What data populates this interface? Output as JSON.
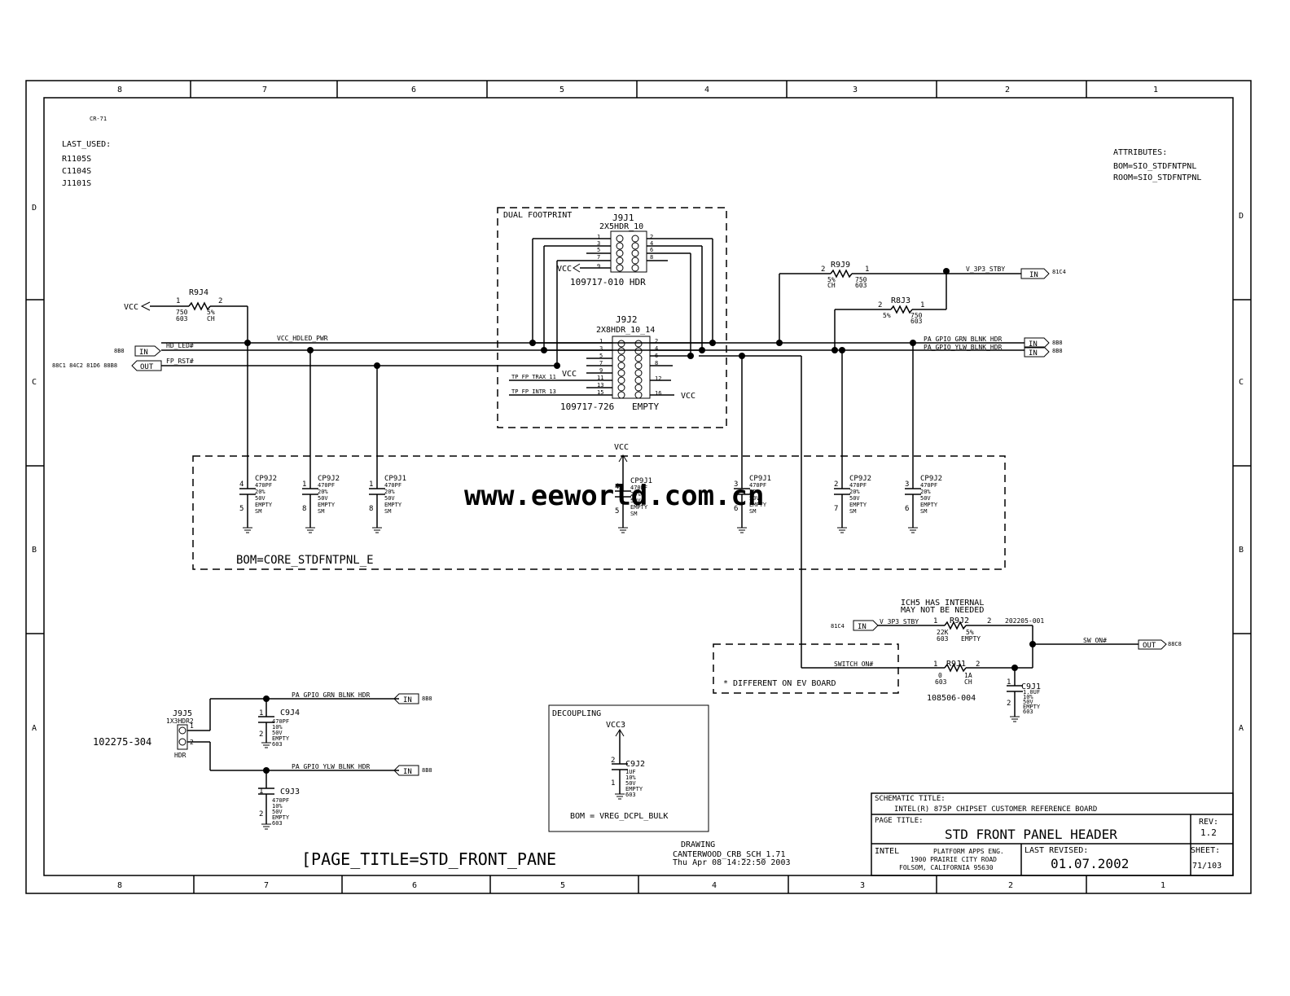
{
  "frame": {
    "columns_top": [
      "8",
      "7",
      "6",
      "5",
      "4",
      "3",
      "2",
      "1"
    ],
    "columns_bottom": [
      "8",
      "7",
      "6",
      "5",
      "4",
      "3",
      "2",
      "1"
    ],
    "rows_left": [
      "D",
      "C",
      "B",
      "A"
    ],
    "rows_right": [
      "D",
      "C",
      "B",
      "A"
    ]
  },
  "notes": {
    "corner_ref": "CR-71",
    "last_used_title": "LAST_USED:",
    "last_used": [
      "R1105S",
      "C1104S",
      "J1101S"
    ],
    "attributes_title": "ATTRIBUTES:",
    "attributes": [
      "BOM=SIO_STDFNTPNL",
      "ROOM=SIO_STDFNTPNL"
    ]
  },
  "dual_footprint": {
    "label": "DUAL FOOTPRINT",
    "j9j1": {
      "ref": "J9J1",
      "type": "2X5HDR_10",
      "pins_left": [
        "1",
        "3",
        "5",
        "7",
        "9"
      ],
      "pins_right": [
        "2",
        "4",
        "6",
        "8"
      ],
      "part": "109717-010 HDR"
    },
    "j9j2": {
      "ref": "J9J2",
      "type": "2X8HDR_10_14",
      "pins_left": [
        "1",
        "3",
        "5",
        "7",
        "9",
        "11",
        "13",
        "15"
      ],
      "pins_right": [
        "2",
        "4",
        "6",
        "8",
        "12",
        "16"
      ],
      "part": "109717-726",
      "note": "EMPTY",
      "net_trax": "TP_FP_TRAX_11",
      "net_intr": "TP_FP_INTR_13"
    }
  },
  "parts": {
    "r9j4": {
      "ref": "R9J4",
      "pin1": "1",
      "pin2": "2",
      "value": "750",
      "pkg": "603",
      "tol": "5%",
      "ch": "CH"
    },
    "r9j9": {
      "ref": "R9J9",
      "pin1": "1",
      "pin2": "2",
      "value": "750",
      "pkg": "603",
      "tol": "5%",
      "ch": "CH"
    },
    "r8j3": {
      "ref": "R8J3",
      "pin1": "1",
      "pin2": "2",
      "value": "750",
      "pkg": "603",
      "tol": "5%"
    },
    "r9j2": {
      "ref": "R9J2",
      "pin1": "1",
      "pin2": "2",
      "value": "22K",
      "pkg": "603",
      "tol": "5%",
      "note": "EMPTY",
      "part": "202205-001"
    },
    "r9j1": {
      "ref": "R9J1",
      "pin1": "1",
      "pin2": "2",
      "value": "0",
      "pkg": "603",
      "amp": "1A",
      "ch": "CH",
      "part": "108506-004"
    },
    "j9j5": {
      "ref": "J9J5",
      "type": "1X3HDR2",
      "pin1": "1",
      "pin2": "2",
      "footer": "HDR",
      "part": "102275-304"
    }
  },
  "caps_row": [
    {
      "ref": "CP9J2",
      "p_top": "4",
      "p_bot": "5",
      "value": "470PF",
      "tol": "20%",
      "volt": "50V",
      "note": "EMPTY",
      "pkg": "SM"
    },
    {
      "ref": "CP9J2",
      "p_top": "1",
      "p_bot": "8",
      "value": "470PF",
      "tol": "20%",
      "volt": "50V",
      "note": "EMPTY",
      "pkg": "SM"
    },
    {
      "ref": "CP9J1",
      "p_top": "1",
      "p_bot": "8",
      "value": "470PF",
      "tol": "20%",
      "volt": "50V",
      "note": "EMPTY",
      "pkg": "SM"
    },
    {
      "ref": "CP9J1",
      "p_top": "4",
      "p_bot": "5",
      "value": "470PF",
      "tol": "20%",
      "volt": "50V",
      "note": "EMPTY",
      "pkg": "SM"
    },
    {
      "ref": "CP9J1",
      "p_top": "3",
      "p_bot": "6",
      "value": "470PF",
      "tol": "20%",
      "volt": "50V",
      "note": "EMPTY",
      "pkg": "SM"
    },
    {
      "ref": "CP9J2",
      "p_top": "2",
      "p_bot": "7",
      "value": "470PF",
      "tol": "20%",
      "volt": "50V",
      "note": "EMPTY",
      "pkg": "SM"
    },
    {
      "ref": "CP9J2",
      "p_top": "3",
      "p_bot": "6",
      "value": "470PF",
      "tol": "20%",
      "volt": "50V",
      "note": "EMPTY",
      "pkg": "SM"
    }
  ],
  "bom_core": "BOM=CORE_STDFNTPNL_E",
  "nets": {
    "vcc": "VCC",
    "vcc3": "VCC3",
    "hd_led_pwr": "VCC_HDLED_PWR",
    "hd_led": "HD_LED#",
    "fp_rst": "FP_RST#",
    "v3p3": "V_3P3_STBY",
    "grn_blnk": "PA_GPIO_GRN_BLNK_HDR",
    "ylw_blnk": "PA_GPIO_YLW_BLNK_HDR",
    "switch_on": "SWITCH_ON#",
    "sw_on": "SW_ON#"
  },
  "ports": {
    "in": "IN",
    "out": "OUT",
    "ref_8b": "8B8",
    "ref_v3p3": "81C4",
    "ref_fp_rst": "88C1 84C2 81D6 88B8",
    "ref_sw_on": "88C8"
  },
  "ichs_note": [
    "ICH5 HAS INTERNAL",
    "MAY NOT BE NEEDED"
  ],
  "ev_note": "* DIFFERENT ON EV BOARD",
  "c9j1": {
    "ref": "C9J1",
    "pin1": "1",
    "pin2": "2",
    "value": "1.0UF",
    "tol": "10%",
    "volt": "50V",
    "note": "EMPTY",
    "pkg": "603"
  },
  "c9j4": {
    "ref": "C9J4",
    "pin1": "1",
    "pin2": "2",
    "value": "470PF",
    "tol": "10%",
    "volt": "50V",
    "note": "EMPTY",
    "pkg": "603"
  },
  "c9j3": {
    "ref": "C9J3",
    "pin1": "1",
    "pin2": "2",
    "value": "470PF",
    "tol": "10%",
    "volt": "50V",
    "note": "EMPTY",
    "pkg": "603"
  },
  "decoupling": {
    "title": "DECOUPLING",
    "ref": "C9J2",
    "pin1": "2",
    "pin2": "1",
    "value": "1UF",
    "tol": "10%",
    "volt": "50V",
    "note": "EMPTY",
    "pkg": "603",
    "bom": "BOM = VREG_DCPL_BULK"
  },
  "page_title_attr": "[PAGE_TITLE=STD_FRONT_PANE",
  "drawing": {
    "label": "DRAWING",
    "file": "CANTERWOOD_CRB_SCH_1.71",
    "date": "Thu Apr 08 14:22:50 2003"
  },
  "title_block": {
    "schematic_title_label": "SCHEMATIC TITLE:",
    "schematic_title": "INTEL(R) 875P CHIPSET CUSTOMER REFERENCE BOARD",
    "page_title_label": "PAGE TITLE:",
    "page_title": "STD FRONT PANEL HEADER",
    "rev_label": "REV:",
    "rev": "1.2",
    "company": "INTEL",
    "address": [
      "PLATFORM APPS ENG.",
      "1900 PRAIRIE CITY ROAD",
      "FOLSOM, CALIFORNIA 95630"
    ],
    "last_revised_label": "LAST REVISED:",
    "last_revised": "01.07.2002",
    "sheet_label": "SHEET:",
    "sheet": "71/103"
  },
  "watermark": "www.eeworld.com.cn"
}
